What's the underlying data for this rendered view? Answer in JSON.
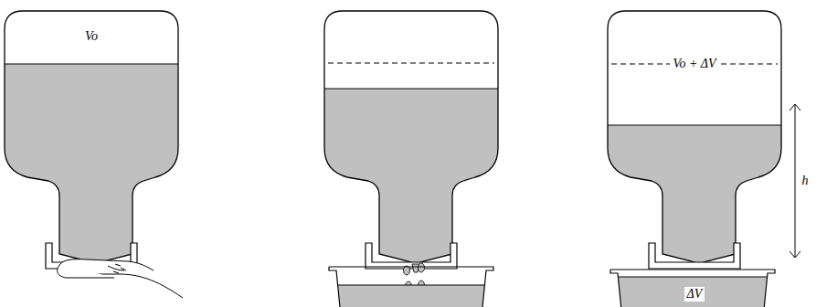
{
  "diagram": {
    "labels": [
      "Vo",
      "Vo + ΔV",
      "ΔV",
      "h"
    ]
  }
}
